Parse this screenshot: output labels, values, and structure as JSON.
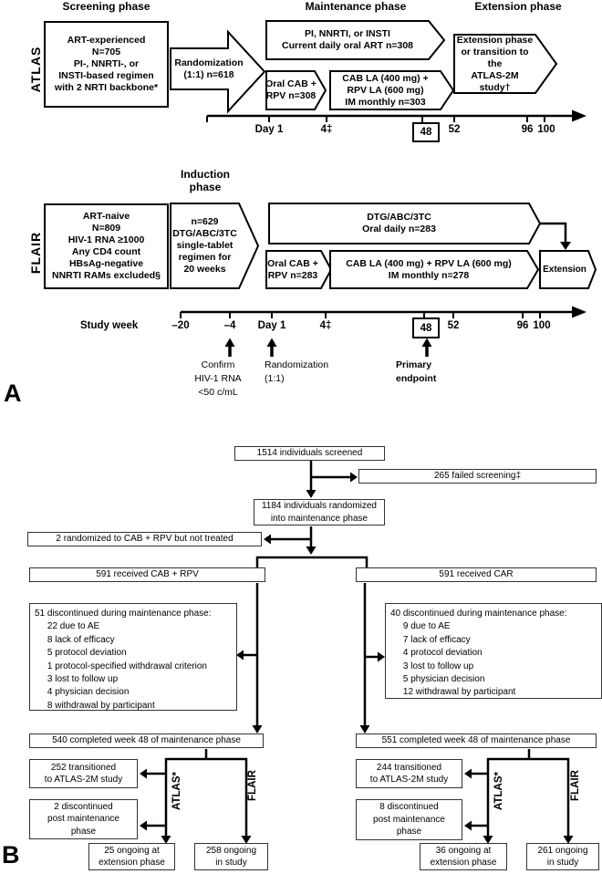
{
  "panel_a": {
    "label": "A",
    "atlas": {
      "row_label": "ATLAS",
      "headers": {
        "screening": "Screening phase",
        "maintenance": "Maintenance phase",
        "extension": "Extension phase"
      },
      "screening_box": "ART-experienced\nN=705\nPI-, NNRTI-, or\nINSTI-based regimen\nwith 2 NRTI backbone*",
      "randomization_arrow": "Randomization\n(1:1) n=618",
      "oral_art_box": "PI, NNRTI, or INSTI\nCurrent daily oral ART n=308",
      "oral_cab_box": "Oral CAB +\nRPV n=308",
      "cab_la_box": "CAB LA (400 mg) +\nRPV LA (600 mg)\nIM monthly n=303",
      "extension_box": "Extension phase\nor transition to the\nATLAS-2M study†",
      "timeline": {
        "ticks": [
          "Day 1",
          "4‡",
          "48",
          "52",
          "96",
          "100"
        ]
      }
    },
    "flair": {
      "row_label": "FLAIR",
      "header_induction": "Induction\nphase",
      "screening_box": "ART-naive\nN=809\nHIV-1 RNA ≥1000\nAny CD4 count\nHBsAg-negative\nNNRTI RAMs excluded§",
      "induction_box": "n=629\nDTG/ABC/3TC\nsingle-tablet\nregimen for\n20 weeks",
      "dtg_box": "DTG/ABC/3TC\nOral daily n=283",
      "oral_cab_box": "Oral CAB +\nRPV n=283",
      "cab_la_box": "CAB LA (400 mg) + RPV LA (600 mg)\nIM monthly n=278",
      "extension_box": "Extension",
      "timeline": {
        "axis_label": "Study week",
        "ticks": [
          "–20",
          "–4",
          "Day 1",
          "4‡",
          "48",
          "52",
          "96",
          "100"
        ]
      },
      "annotations": {
        "confirm": "Confirm\nHIV-1 RNA\n<50 c/mL",
        "randomization": "Randomization\n(1:1)",
        "primary": "Primary\nendpoint"
      }
    }
  },
  "panel_b": {
    "label": "B",
    "screened_box": "1514 individuals screened",
    "failed_box": "265 failed screening‡",
    "randomized_box": "1184 individuals randomized\ninto maintenance phase",
    "not_treated_box": "2 randomized to CAB + RPV but not treated",
    "left": {
      "received_box": "591 received CAB + RPV",
      "discontinued_box": "51 discontinued during maintenance phase:\n     22 due to AE\n     8 lack of efficacy\n     5 protocol deviation\n     1 protocol-specified withdrawal criterion\n     3 lost to follow up\n     4 physician decision\n     8 withdrawal by participant",
      "completed_box": "540 completed week 48 of maintenance phase",
      "transitioned_box": "252 transitioned\nto ATLAS-2M study",
      "post_disc_box": "2 discontinued\npost maintenance\nphase",
      "ongoing_ext_box": "25 ongoing at\nextension phase",
      "ongoing_study_box": "258 ongoing\nin study",
      "branch_atlas": "ATLAS*",
      "branch_flair": "FLAIR"
    },
    "right": {
      "received_box": "591 received CAR",
      "discontinued_box": "40 discontinued during maintenance phase:\n     9 due to AE\n     7 lack of efficacy\n     4 protocol deviation\n     3 lost to follow up\n     5 physician decision\n     12 withdrawal by participant",
      "completed_box": "551 completed week 48 of maintenance phase",
      "transitioned_box": "244 transitioned\nto ATLAS-2M study",
      "post_disc_box": "8 discontinued\npost maintenance\nphase",
      "ongoing_ext_box": "36 ongoing at\nextension phase",
      "ongoing_study_box": "261 ongoing\nin study",
      "branch_atlas": "ATLAS*",
      "branch_flair": "FLAIR"
    }
  }
}
